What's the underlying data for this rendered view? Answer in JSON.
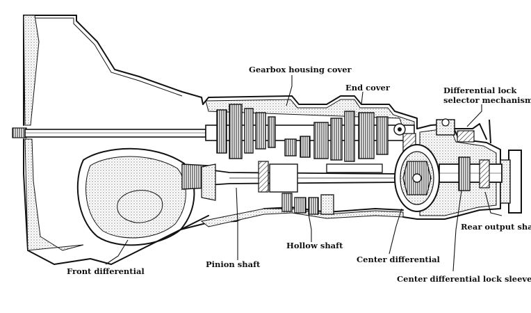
{
  "labels": {
    "gearbox_housing_cover": "Gearbox housing cover",
    "end_cover": "End cover",
    "diff_lock_selector_line1": "Differential lock",
    "diff_lock_selector_line2": "selector mechanism",
    "rear_output_shaft": "Rear output shaft",
    "hollow_shaft": "Hollow shaft",
    "center_differential": "Center differential",
    "center_diff_lock_sleeve": "Center differential lock sleeve",
    "pinion_shaft": "Pinion shaft",
    "front_differential": "Front differential"
  },
  "colors": {
    "ink": "#111111",
    "stipple": "#9a9a9a",
    "paper": "#ffffff"
  }
}
